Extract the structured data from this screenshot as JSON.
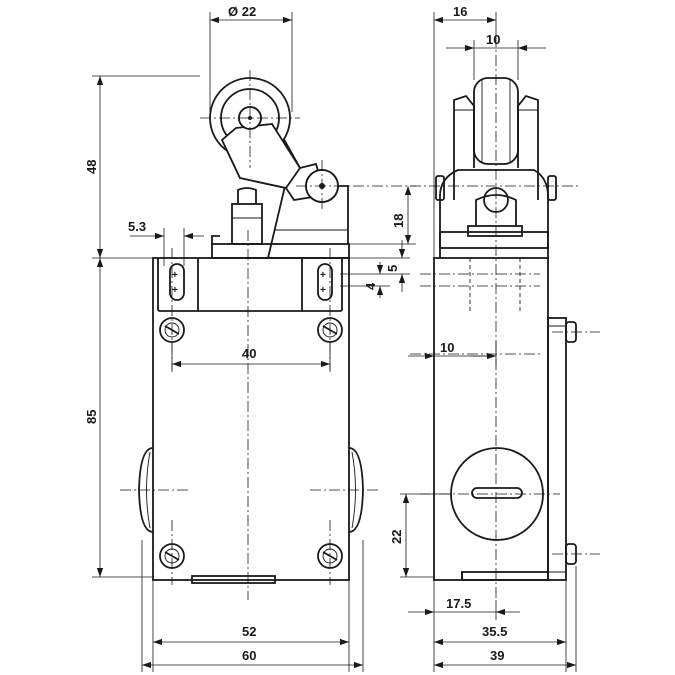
{
  "dims": {
    "roller_dia": "Ø 22",
    "d16": "16",
    "d10_top": "10",
    "d48": "48",
    "d18": "18",
    "d5_3": "5.3",
    "d5": "5",
    "d4": "4",
    "d40": "40",
    "d10_side": "10",
    "d85": "85",
    "d22": "22",
    "d17_5": "17.5",
    "d52": "52",
    "d35_5": "35.5",
    "d60": "60",
    "d39": "39"
  }
}
